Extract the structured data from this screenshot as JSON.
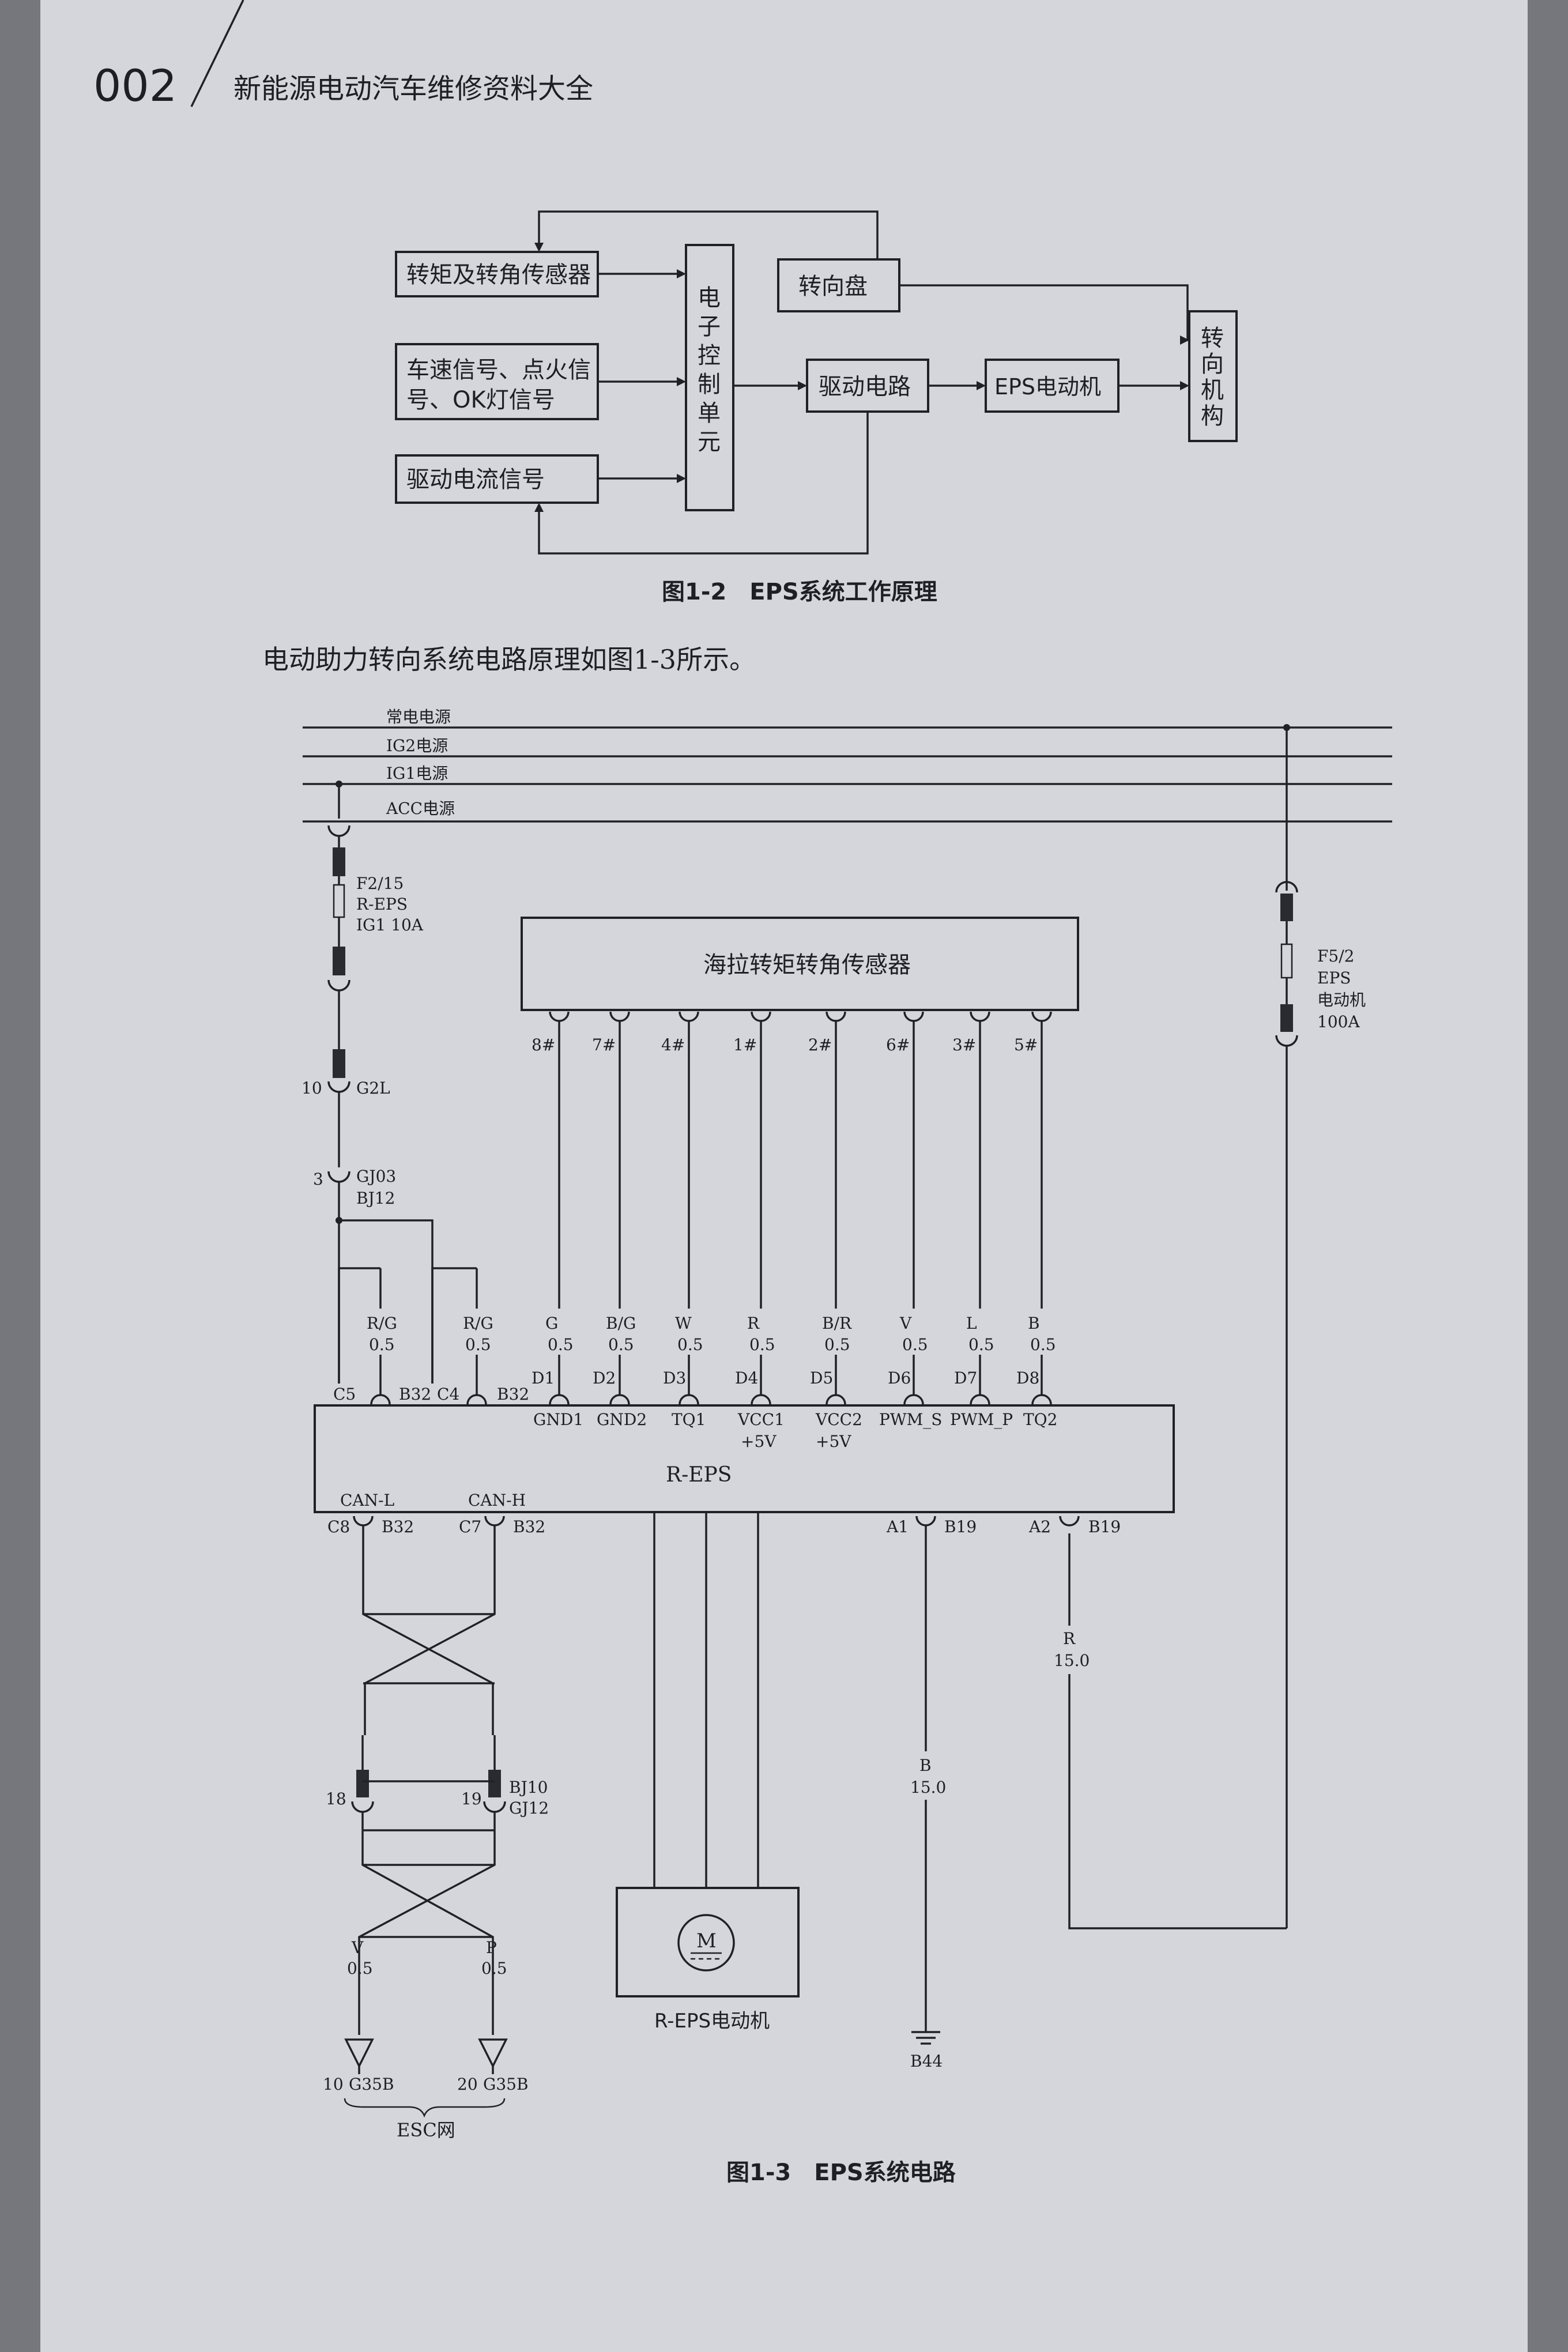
{
  "header": {
    "page_number": "002",
    "book_title": "新能源电动汽车维修资料大全"
  },
  "fig2": {
    "blocks": {
      "torque_sensor": "转矩及转角传感器",
      "speed_signal_1": "车速信号、点火信",
      "speed_signal_2": "号、OK灯信号",
      "drive_current": "驱动电流信号",
      "ecu": [
        "电",
        "子",
        "控",
        "制",
        "单",
        "元"
      ],
      "steering_wheel": "转向盘",
      "drive_circuit": "驱动电路",
      "eps_motor": "EPS电动机",
      "steering_mech": [
        "转",
        "向",
        "机",
        "构"
      ]
    },
    "caption": "图1-2　EPS系统工作原理"
  },
  "body_text": "电动助力转向系统电路原理如图1-3所示。",
  "fig3": {
    "buses": [
      "常电电源",
      "IG2电源",
      "IG1电源",
      "ACC电源"
    ],
    "fuse_left": [
      "F2/15",
      "R-EPS",
      "IG1 10A"
    ],
    "fuse_right": [
      "F5/2",
      "EPS",
      "电动机",
      "100A"
    ],
    "conn_g2l": {
      "pin": "10",
      "name": "G2L"
    },
    "conn_gj03": {
      "pin": "3",
      "name1": "GJ03",
      "name2": "BJ12"
    },
    "sensor_label": "海拉转矩转角传感器",
    "sensor_pins": [
      "8#",
      "7#",
      "4#",
      "1#",
      "2#",
      "6#",
      "3#",
      "5#"
    ],
    "wires": [
      {
        "color": "R/G",
        "size": "0.5"
      },
      {
        "color": "R/G",
        "size": "0.5"
      },
      {
        "color": "G",
        "size": "0.5"
      },
      {
        "color": "B/G",
        "size": "0.5"
      },
      {
        "color": "W",
        "size": "0.5"
      },
      {
        "color": "R",
        "size": "0.5"
      },
      {
        "color": "B/R",
        "size": "0.5"
      },
      {
        "color": "V",
        "size": "0.5"
      },
      {
        "color": "L",
        "size": "0.5"
      },
      {
        "color": "B",
        "size": "0.5"
      }
    ],
    "top_pins": [
      "C5",
      "B32",
      "C4",
      "B32",
      "D1",
      "D2",
      "D3",
      "D4",
      "D5",
      "D6",
      "D7",
      "D8"
    ],
    "pin_functions": [
      "GND1",
      "GND2",
      "TQ1",
      "VCC1",
      "VCC2",
      "PWM_S",
      "PWM_P",
      "TQ2"
    ],
    "vcc_sub": [
      "+5V",
      "+5V"
    ],
    "module_label": "R-EPS",
    "can_labels": [
      "CAN-L",
      "CAN-H"
    ],
    "bottom_pins": [
      "C8",
      "B32",
      "C7",
      "B32",
      "A1",
      "B19",
      "A2",
      "B19"
    ],
    "wire_r15": {
      "color": "R",
      "size": "15.0"
    },
    "wire_b15": {
      "color": "B",
      "size": "15.0"
    },
    "conn_bj10": {
      "pin_a": "18",
      "pin_b": "19",
      "name1": "BJ10",
      "name2": "GJ12"
    },
    "can_wires": [
      {
        "color": "V",
        "size": "0.5"
      },
      {
        "color": "P",
        "size": "0.5"
      }
    ],
    "esc_pins": [
      "10",
      "G35B",
      "20",
      "G35B"
    ],
    "esc_label": "ESC网",
    "motor_symbol": "M",
    "motor_label": "R-EPS电动机",
    "ground_label": "B44",
    "caption": "图1-3　EPS系统电路"
  }
}
